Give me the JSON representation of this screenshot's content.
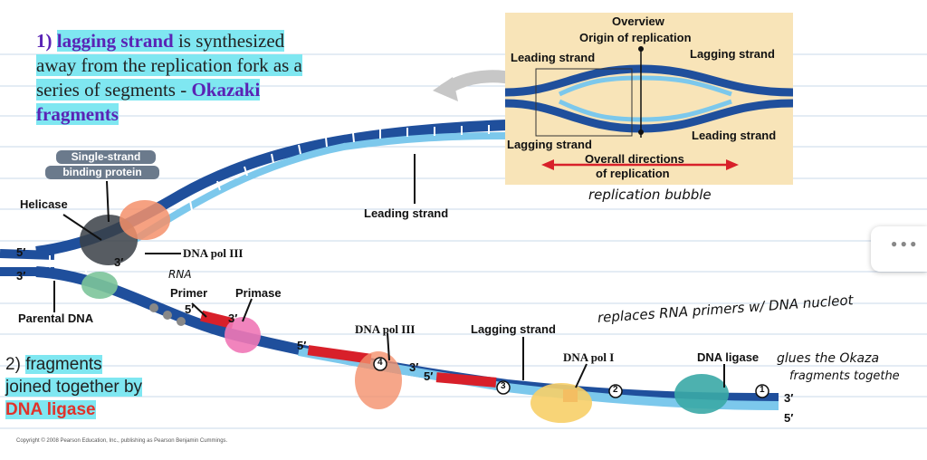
{
  "notes": {
    "n1_num": "1)",
    "n1_lagging": "lagging strand",
    "n1_rest1": " is synthesized",
    "n1_line2": "away from the replication fork as a",
    "n1_line3a": "series of segments - ",
    "n1_okazaki": "Okazaki",
    "n1_fragments": "fragments",
    "n2_line1a": "2) ",
    "n2_fragments": "fragments",
    "n2_line2": "joined together by",
    "n2_ligase": "DNA ligase"
  },
  "labels": {
    "ssb_line1": "Single-strand",
    "ssb_line2": "binding protein",
    "helicase": "Helicase",
    "leading_strand": "Leading strand",
    "dna_pol_iii_top": "DNA pol III",
    "prime_5_left": "5′",
    "prime_3_left": "3′",
    "prime_3_top": "3′",
    "parental": "Parental DNA",
    "primer": "Primer",
    "primase": "Primase",
    "primer_5": "5′",
    "primer_3": "3′",
    "dna_pol_iii_bottom": "DNA pol III",
    "frag_5a": "5′",
    "frag_3": "3′",
    "frag_5b": "5′",
    "lagging_strand": "Lagging strand",
    "dna_pol_i": "DNA pol I",
    "dna_ligase": "DNA ligase",
    "right_3": "3′",
    "right_5": "5′",
    "step1": "1",
    "step2": "2",
    "step3": "3",
    "step4": "4"
  },
  "overview": {
    "title": "Overview",
    "origin": "Origin of replication",
    "leading_tl": "Leading strand",
    "lagging_tr": "Lagging strand",
    "lagging_bl": "Lagging strand",
    "leading_br": "Leading strand",
    "directions1": "Overall directions",
    "directions2": "of replication"
  },
  "handwriting": {
    "rna": "RNA",
    "bubble": "replication bubble",
    "replaces": "replaces RNA primers  w/ DNA nucleot",
    "glues1": "glues the Okaza",
    "glues2": "fragments togethe"
  },
  "copyright": "Copyright © 2008 Pearson Education, Inc., publishing as Pearson Benjamin Cummings.",
  "colors": {
    "highlight": "#7fe7f1",
    "okazaki_purple": "#5a23b5",
    "ligase_red": "#e0332b",
    "dna_dark": "#1f4f9c",
    "dna_light": "#7cc8ec",
    "primer_red": "#d8202a",
    "inset_bg": "#f8e4b8"
  }
}
